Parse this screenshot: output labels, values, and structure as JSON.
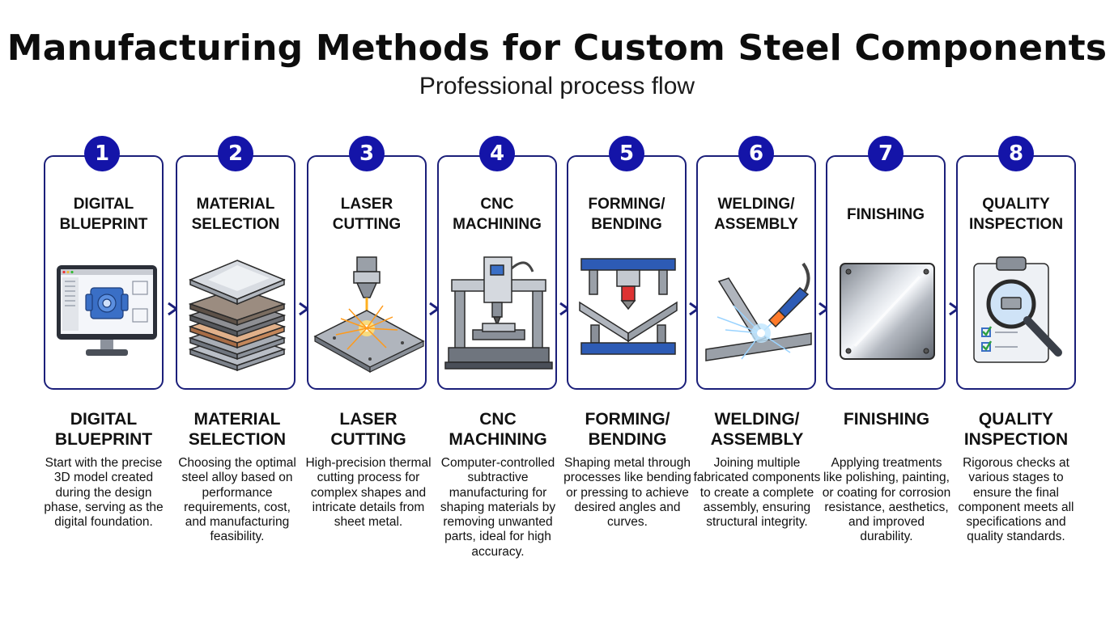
{
  "title": "Manufacturing Methods for Custom Steel Components",
  "subtitle": "Professional process flow",
  "colors": {
    "accent": "#1414a8",
    "border": "#1b1f7a"
  },
  "steps": [
    {
      "number": "1",
      "title": "DIGITAL BLUEPRINT",
      "icon": "monitor-cad-icon",
      "description": "Start with the precise 3D model created during the design phase, serving as the digital foundation."
    },
    {
      "number": "2",
      "title": "MATERIAL SELECTION",
      "icon": "steel-plates-stack-icon",
      "description": "Choosing the optimal steel alloy based on performance requirements, cost, and manufacturing feasibility."
    },
    {
      "number": "3",
      "title": "LASER CUTTING",
      "icon": "laser-cutter-icon",
      "description": "High-precision thermal cutting process for complex shapes and intricate details from sheet metal."
    },
    {
      "number": "4",
      "title": "CNC MACHINING",
      "icon": "cnc-machine-icon",
      "description": "Computer-controlled subtractive manufacturing for shaping materials by removing unwanted parts, ideal for high accuracy."
    },
    {
      "number": "5",
      "title": "FORMING/ BENDING",
      "icon": "press-brake-icon",
      "description": "Shaping metal through processes like bending or pressing to achieve desired angles and curves."
    },
    {
      "number": "6",
      "title": "WELDING/ ASSEMBLY",
      "icon": "welding-torch-icon",
      "description": "Joining multiple fabricated components to create a complete assembly, ensuring structural integrity."
    },
    {
      "number": "7",
      "title": "FINISHING",
      "icon": "polished-plate-icon",
      "description": "Applying treatments like polishing, painting, or coating for corrosion resistance, aesthetics, and improved durability."
    },
    {
      "number": "8",
      "title": "QUALITY INSPECTION",
      "icon": "clipboard-magnifier-icon",
      "description": "Rigorous checks at various stages to ensure the final component meets all specifications and quality standards."
    }
  ]
}
